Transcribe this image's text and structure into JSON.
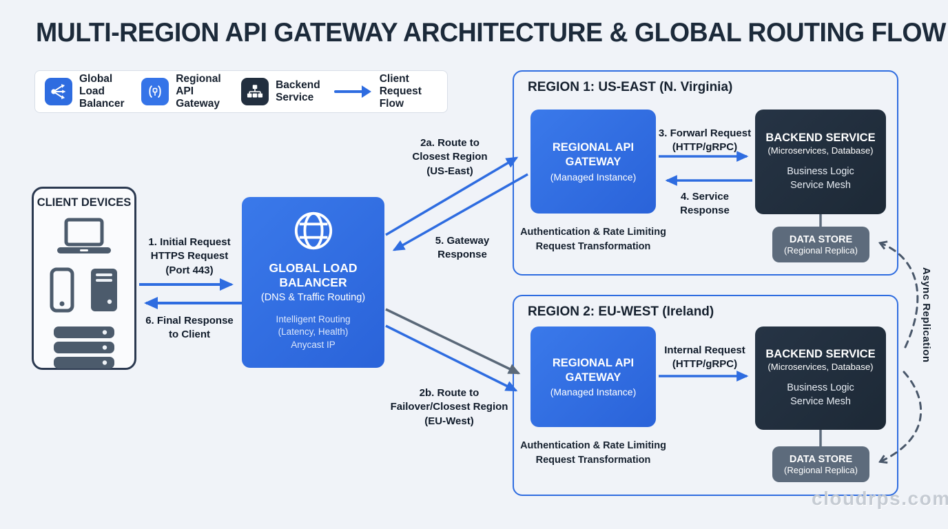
{
  "title": "MULTI-REGION API GATEWAY ARCHITECTURE & GLOBAL ROUTING FLOW",
  "colors": {
    "background": "#f0f3f8",
    "accent_blue": "#2e6ce0",
    "dark_navy": "#222f3f",
    "datastore_gray": "#5d6b7c",
    "arrow_gray": "#5a6878",
    "dashed_slate": "#49576a",
    "text_dark": "#16202e"
  },
  "legend": {
    "items": [
      {
        "icon": "load-balancer-icon",
        "line1": "Global Load",
        "line2": "Balancer"
      },
      {
        "icon": "api-gateway-icon",
        "line1": "Regional API",
        "line2": "Gateway"
      },
      {
        "icon": "backend-service-icon",
        "line1": "Backend",
        "line2": "Service"
      },
      {
        "icon": "request-flow-arrow-icon",
        "line1": "Client Request",
        "line2": "Flow"
      }
    ]
  },
  "client_devices": {
    "title": "CLIENT DEVICES"
  },
  "load_balancer": {
    "name1": "GLOBAL LOAD",
    "name2": "BALANCER",
    "subtitle": "(DNS & Traffic Routing)",
    "details": [
      "Intelligent Routing",
      "(Latency, Health)",
      "Anycast IP"
    ]
  },
  "regions": [
    {
      "header": "REGION 1: US-EAST (N. Virginia)",
      "gateway": {
        "title1": "REGIONAL API",
        "title2": "GATEWAY",
        "subtitle": "(Managed Instance)"
      },
      "gateway_note": [
        "Authentication & Rate Limiting",
        "Request Transformation"
      ],
      "backend": {
        "title": "BACKEND SERVICE",
        "subtitle": "(Microservices, Database)",
        "details": [
          "Business Logic",
          "Service Mesh"
        ]
      },
      "datastore": {
        "title": "DATA STORE",
        "subtitle": "(Regional Replica)"
      },
      "request_label": [
        "3. Forwarl Request",
        "(HTTP/gRPC)"
      ],
      "response_label": [
        "4. Service",
        "Response"
      ]
    },
    {
      "header": "REGION 2: EU-WEST (Ireland)",
      "gateway": {
        "title1": "REGIONAL API",
        "title2": "GATEWAY",
        "subtitle": "(Managed Instance)"
      },
      "gateway_note": [
        "Authentication & Rate Limiting",
        "Request Transformation"
      ],
      "backend": {
        "title": "BACKEND SERVICE",
        "subtitle": "(Microservices, Database)",
        "details": [
          "Business Logic",
          "Service Mesh"
        ]
      },
      "datastore": {
        "title": "DATA STORE",
        "subtitle": "(Regional Replica)"
      },
      "request_label": [
        "Internal Request",
        "(HTTP/gRPC)"
      ]
    }
  ],
  "flow_labels": {
    "initial_request": [
      "1. Initial Request",
      "HTTPS Request",
      "(Port 443)"
    ],
    "final_response": [
      "6. Final Response",
      "to Client"
    ],
    "route_2a": [
      "2a. Route to",
      "Closest Region",
      "(US-East)"
    ],
    "gateway_response": [
      "5. Gateway",
      "Response"
    ],
    "route_2b": [
      "2b. Route to",
      "Failover/Closest Region",
      "(EU-West)"
    ],
    "async_replication": "Async Replication"
  },
  "watermark": "cloudrps.com"
}
